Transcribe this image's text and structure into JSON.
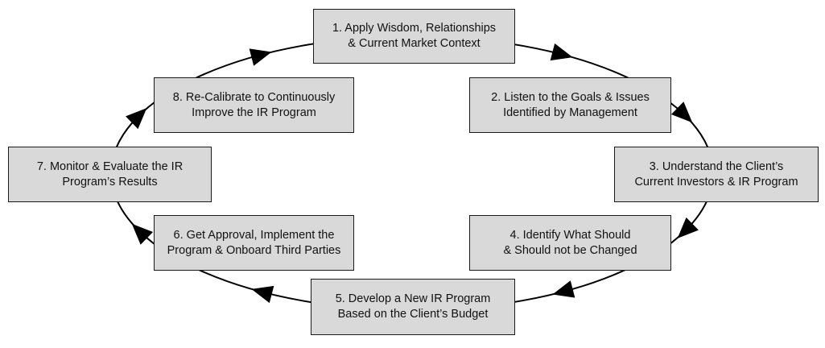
{
  "diagram": {
    "steps": [
      {
        "id": "1",
        "line1": "1. Apply Wisdom, Relationships",
        "line2": "& Current Market Context"
      },
      {
        "id": "2",
        "line1": "2. Listen to the Goals & Issues",
        "line2": "Identified by Management"
      },
      {
        "id": "3",
        "line1": "3. Understand the Client’s",
        "line2": "Current Investors & IR Program"
      },
      {
        "id": "4",
        "line1": "4. Identify What Should",
        "line2": "& Should not be Changed"
      },
      {
        "id": "5",
        "line1": "5. Develop a New IR Program",
        "line2": "Based on the Client’s Budget"
      },
      {
        "id": "6",
        "line1": "6. Get Approval, Implement the",
        "line2": "Program & Onboard Third Parties"
      },
      {
        "id": "7",
        "line1": "7. Monitor & Evaluate the IR",
        "line2": "Program’s Results"
      },
      {
        "id": "8",
        "line1": "8. Re-Calibrate to Continuously",
        "line2": "Improve the IR Program"
      }
    ],
    "flow_direction": "clockwise",
    "colors": {
      "box_fill": "#d9d9d9",
      "border": "#1a1a1a",
      "arrow": "#000000"
    }
  }
}
